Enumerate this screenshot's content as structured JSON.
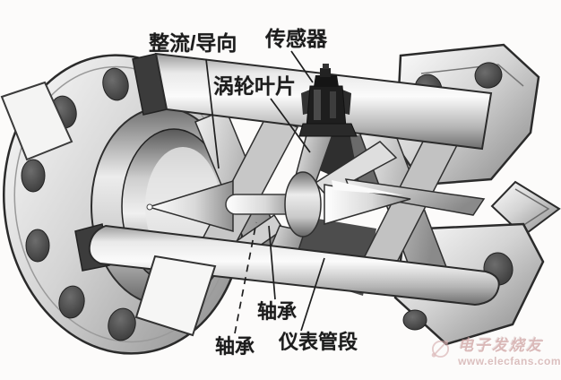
{
  "diagram": {
    "type": "turbine-flowmeter-cutaway",
    "labels": {
      "straightener": "整流/导向",
      "sensor": "传感器",
      "turbine_blades": "涡轮叶片",
      "bearing_upper": "轴承",
      "bearing_lower": "轴承",
      "meter_pipe_section": "仪表管段"
    }
  },
  "watermark": {
    "brand": "电子发烧友",
    "url": "www.elecfans.com",
    "logo": "elecfans-circuit-logo"
  },
  "colors": {
    "label_text": "#1c1c1c",
    "outline": "#2b2b2b",
    "metal_light": "#f5f5f5",
    "metal_dark": "#7d7d7d",
    "hole_dark": "#333333",
    "watermark_pink": "#cfa3a3",
    "background": "#fcfbfa"
  }
}
